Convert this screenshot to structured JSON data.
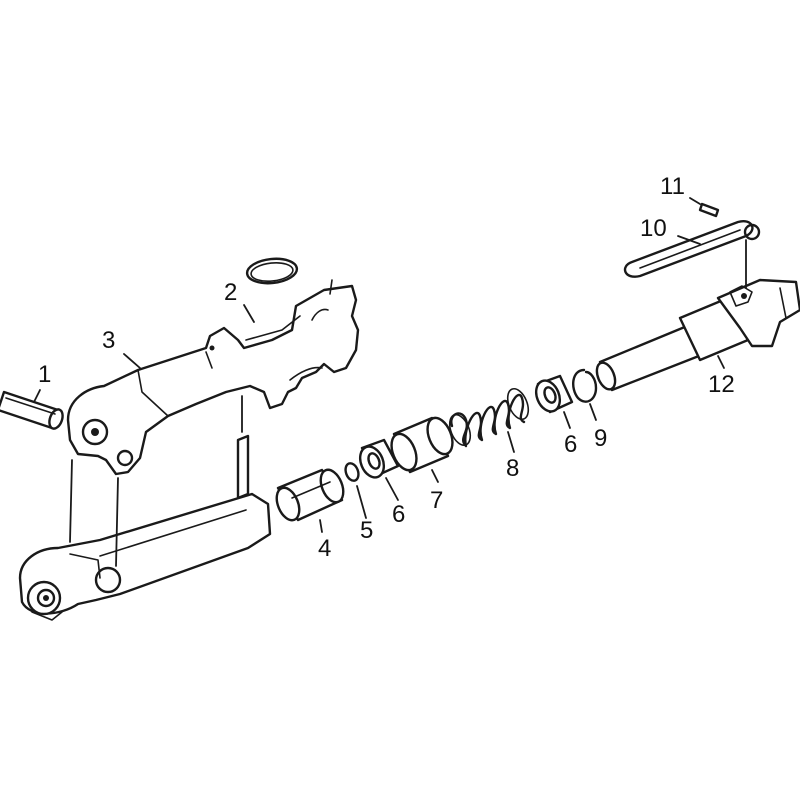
{
  "diagram": {
    "callouts": [
      {
        "id": "c1",
        "text": "1"
      },
      {
        "id": "c2",
        "text": "2"
      },
      {
        "id": "c3",
        "text": "3"
      },
      {
        "id": "c4",
        "text": "4"
      },
      {
        "id": "c5",
        "text": "5"
      },
      {
        "id": "c6a",
        "text": "6"
      },
      {
        "id": "c7",
        "text": "7"
      },
      {
        "id": "c8",
        "text": "8"
      },
      {
        "id": "c6b",
        "text": "6"
      },
      {
        "id": "c9",
        "text": "9"
      },
      {
        "id": "c10",
        "text": "10"
      },
      {
        "id": "c11",
        "text": "11"
      },
      {
        "id": "c12",
        "text": "12"
      }
    ]
  }
}
